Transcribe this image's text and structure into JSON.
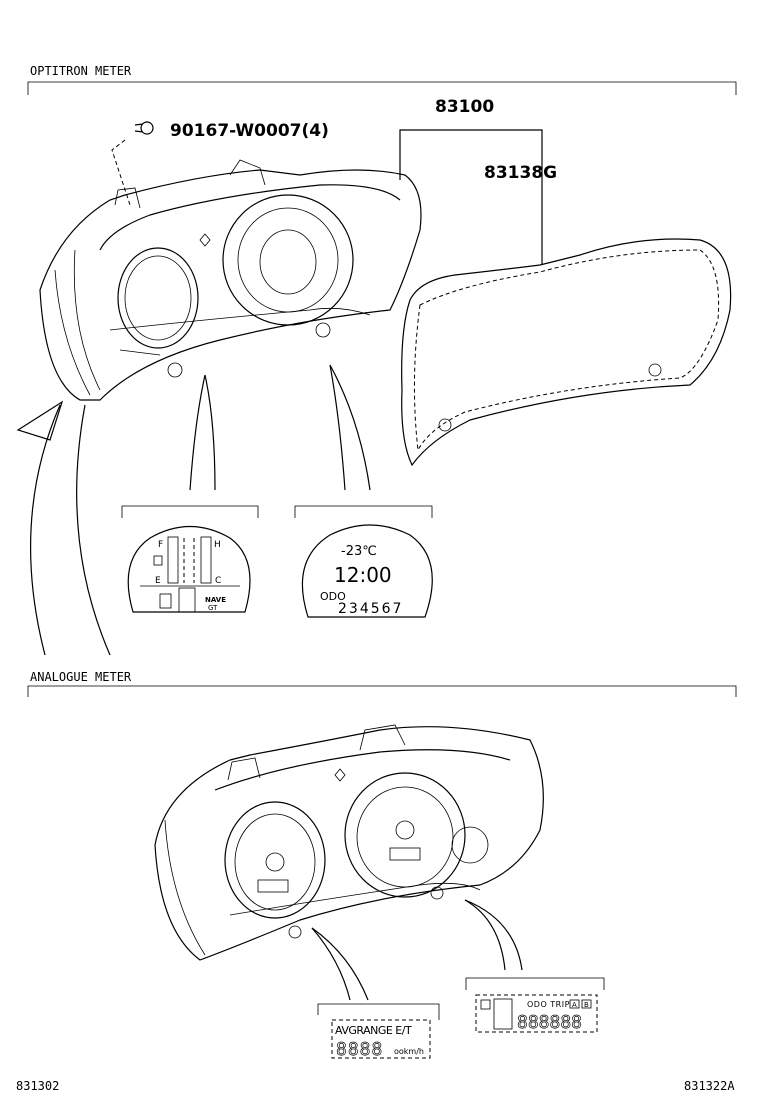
{
  "sections": {
    "optitron": "OPTITRON METER",
    "analogue": "ANALOGUE METER"
  },
  "parts": {
    "meter_assy": "83100",
    "screw": "90167-W0007(4)",
    "glass": "83138G"
  },
  "fuel_temp_display": {
    "fuel_full": "F",
    "fuel_empty": "E",
    "temp_hot": "H",
    "temp_cold": "C",
    "nave": "NAVE",
    "gt": "GT"
  },
  "multi_display": {
    "temperature": "-23℃",
    "clock": "12:00",
    "odo_label": "ODO",
    "odo_value": "234567"
  },
  "avg_display": {
    "label": "AVGRANGE E/T",
    "digits": "8888",
    "unit": "ookm/h"
  },
  "odo_trip_display": {
    "label": "ODO TRIP",
    "mode_a": "A",
    "mode_b": "B",
    "digits": "888888"
  },
  "footer": {
    "left_code": "831302",
    "right_code": "831322A"
  }
}
